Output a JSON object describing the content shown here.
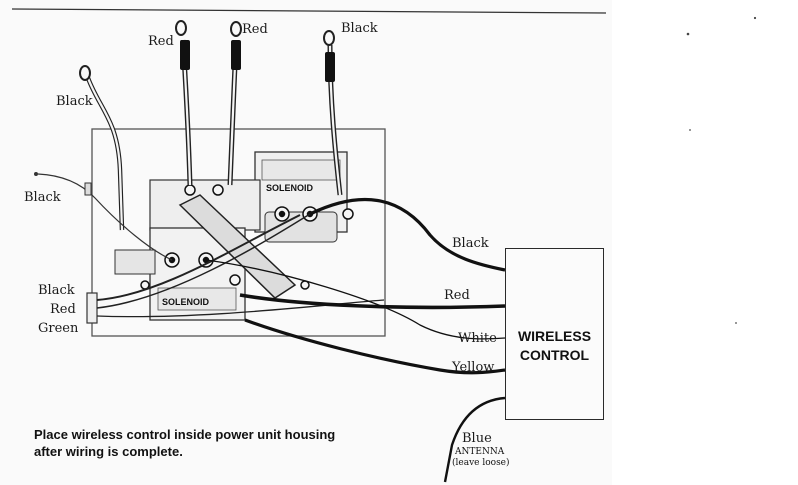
{
  "top_cables": {
    "left": "Black",
    "second": "Red",
    "third": "Red",
    "right": "Black"
  },
  "left_wires": {
    "black_single": "Black",
    "bundle": [
      "Black",
      "Red",
      "Green"
    ]
  },
  "solenoids": {
    "upper": "SOLENOID",
    "lower": "SOLENOID"
  },
  "control_wires": [
    "Black",
    "Red",
    "White",
    "Yellow"
  ],
  "control_box": {
    "line1": "WIRELESS",
    "line2": "CONTROL"
  },
  "antenna": {
    "color": "Blue",
    "label": "ANTENNA",
    "note": "(leave loose)"
  },
  "note": {
    "line1": "Place wireless control inside power unit housing",
    "line2": "after wiring is complete."
  }
}
